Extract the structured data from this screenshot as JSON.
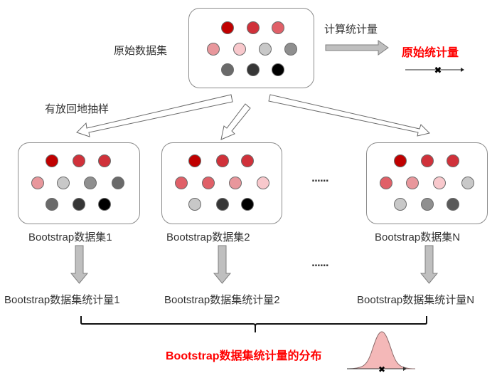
{
  "original": {
    "label": "原始数据集",
    "dots": [
      [
        "#c00000",
        "#d0313a",
        "#e06068"
      ],
      [
        "#e8979c",
        "#f8c8cc",
        "#c8c8c8",
        "#8f8f8f"
      ],
      [
        "#6a6a6a",
        "#363636",
        "#000000"
      ]
    ]
  },
  "compute_label": "计算统计量",
  "original_stat_label": "原始统计量",
  "sampling_label": "有放回地抽样",
  "bootstrap_sets": [
    {
      "label": "Bootstrap数据集1",
      "stat_label": "Bootstrap数据集统计量1",
      "dots": [
        [
          "#c00000",
          "#d0313a",
          "#d0313a"
        ],
        [
          "#e8979c",
          "#c8c8c8",
          "#8f8f8f",
          "#6a6a6a"
        ],
        [
          "#6a6a6a",
          "#363636",
          "#000000"
        ]
      ]
    },
    {
      "label": "Bootstrap数据集2",
      "stat_label": "Bootstrap数据集统计量2",
      "dots": [
        [
          "#c00000",
          "#d0313a",
          "#d0313a"
        ],
        [
          "#e06068",
          "#e06068",
          "#e8979c",
          "#f8c8cc"
        ],
        [
          "#c8c8c8",
          "#363636",
          "#000000"
        ]
      ]
    },
    {
      "label": "Bootstrap数据集N",
      "stat_label": "Bootstrap数据集统计量N",
      "dots": [
        [
          "#c00000",
          "#d0313a",
          "#d0313a"
        ],
        [
          "#e06068",
          "#e8979c",
          "#f8c8cc",
          "#c8c8c8"
        ],
        [
          "#c8c8c8",
          "#8f8f8f",
          "#5a5a5a"
        ]
      ]
    }
  ],
  "ellipsis": "......",
  "distribution_label": "Bootstrap数据集统计量的分布",
  "colors": {
    "accent_red": "#ff0000",
    "arrow_fill": "#bfbfbf",
    "arrow_stroke": "#7f7f7f",
    "dist_fill": "#f4b8b8"
  }
}
